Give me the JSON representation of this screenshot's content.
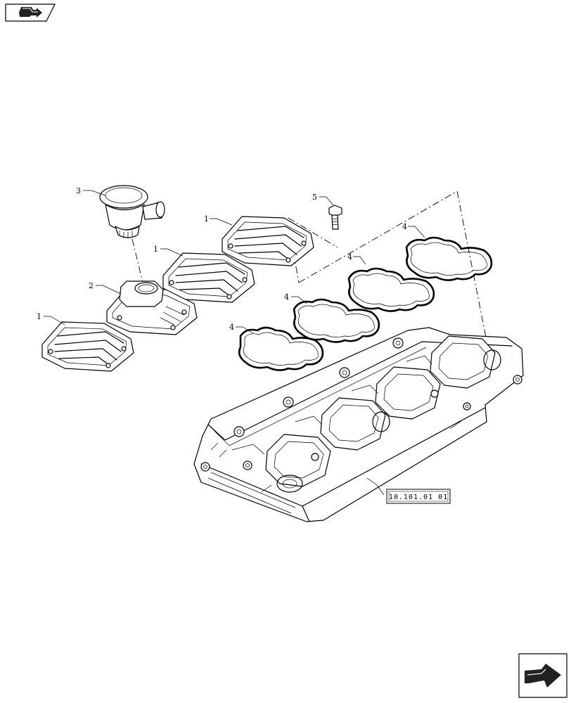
{
  "callouts": {
    "c1a": "1",
    "c1b": "1",
    "c1c": "1",
    "c2": "2",
    "c3": "3",
    "c4a": "4",
    "c4b": "4",
    "c4c": "4",
    "c4d": "4",
    "c5": "5"
  },
  "reference_label": "10.101.01 01",
  "icons": {
    "top_left": "previous-page-icon",
    "bottom_right": "next-page-icon"
  }
}
